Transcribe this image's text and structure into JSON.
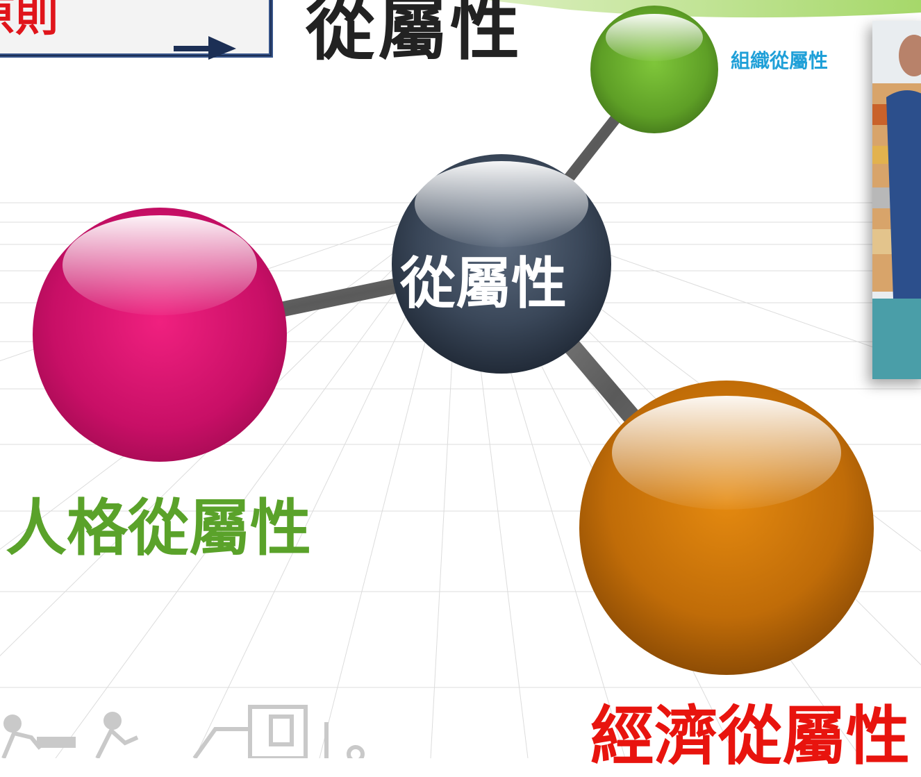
{
  "title": "從屬性",
  "sign_text": "原則",
  "center_node": {
    "label": "從屬性",
    "color": "#2c3a4d"
  },
  "nodes": [
    {
      "id": "personal",
      "label": "人格從屬性",
      "label_color": "#5aa22a",
      "ball_color": "#e0147a"
    },
    {
      "id": "organizational",
      "label": "組織從屬性",
      "label_color": "#20a0d8",
      "ball_color": "#6cb42c"
    },
    {
      "id": "economic",
      "label": "經濟從屬性",
      "label_color": "#e8140e",
      "ball_color": "#d67a0a"
    }
  ]
}
